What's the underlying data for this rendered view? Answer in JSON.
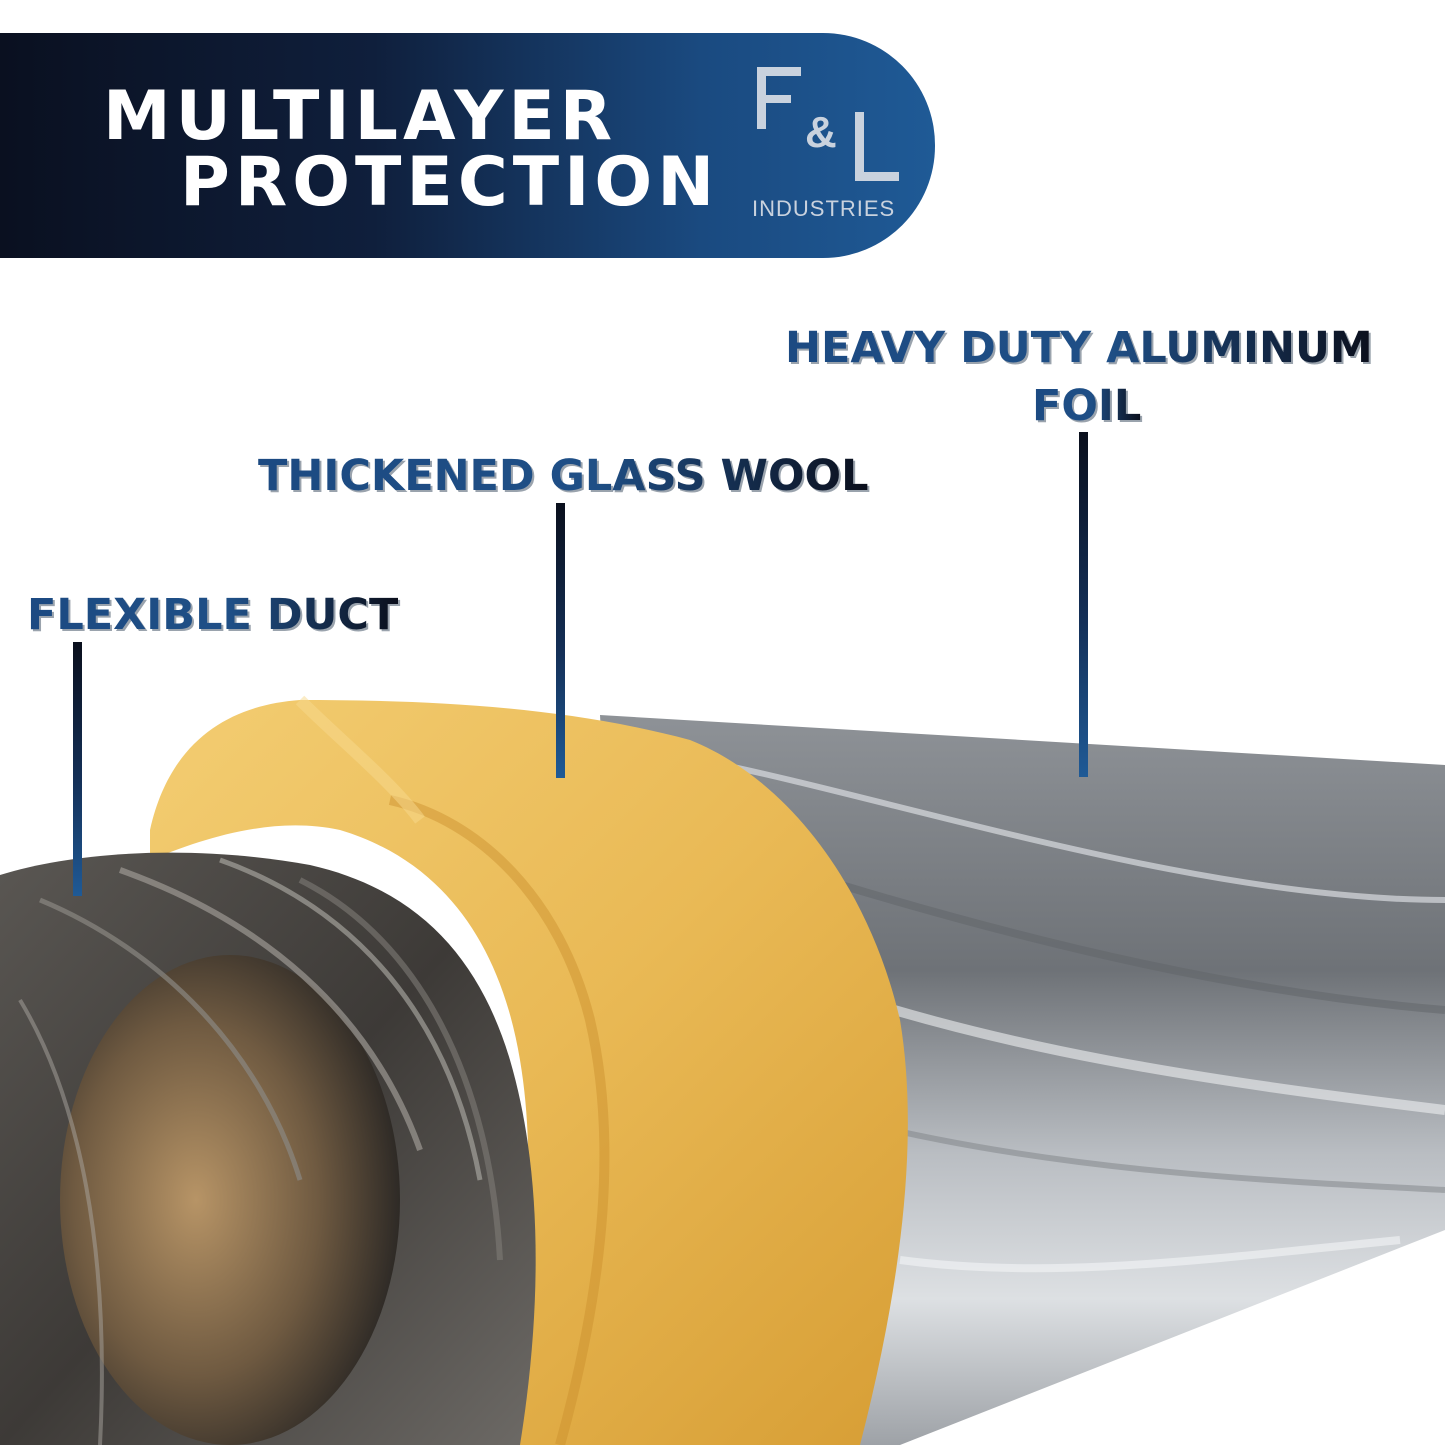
{
  "banner": {
    "line1": "MULTILAYER",
    "line2": "PROTECTION"
  },
  "logo": {
    "mark": "F&L",
    "subtitle": "INDUSTRIES"
  },
  "labels": {
    "foil_line1": "HEAVY DUTY ALUMINUM",
    "foil_line2": "FOIL",
    "wool": "THICKENED GLASS WOOL",
    "duct": "FLEXIBLE DUCT"
  },
  "colors": {
    "banner_dark": "#0a1020",
    "banner_blue": "#1f5a96",
    "label_blue": "#1f4f86",
    "glass_wool": "#e9b955",
    "foil": "#a7abb0"
  }
}
